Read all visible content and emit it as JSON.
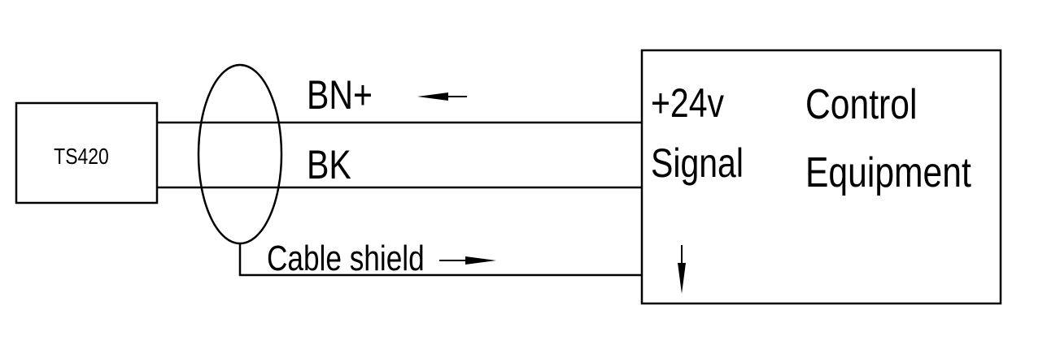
{
  "device": {
    "name": "TS420"
  },
  "wires": {
    "wire1_label": "BN+",
    "wire2_label": "BK",
    "shield_label": "Cable shield"
  },
  "equipment": {
    "terminal_1": "+24v",
    "terminal_2": "Signal",
    "title_line1": "Control",
    "title_line2": "Equipment"
  },
  "colors": {
    "line": "#000000",
    "background": "#ffffff"
  }
}
